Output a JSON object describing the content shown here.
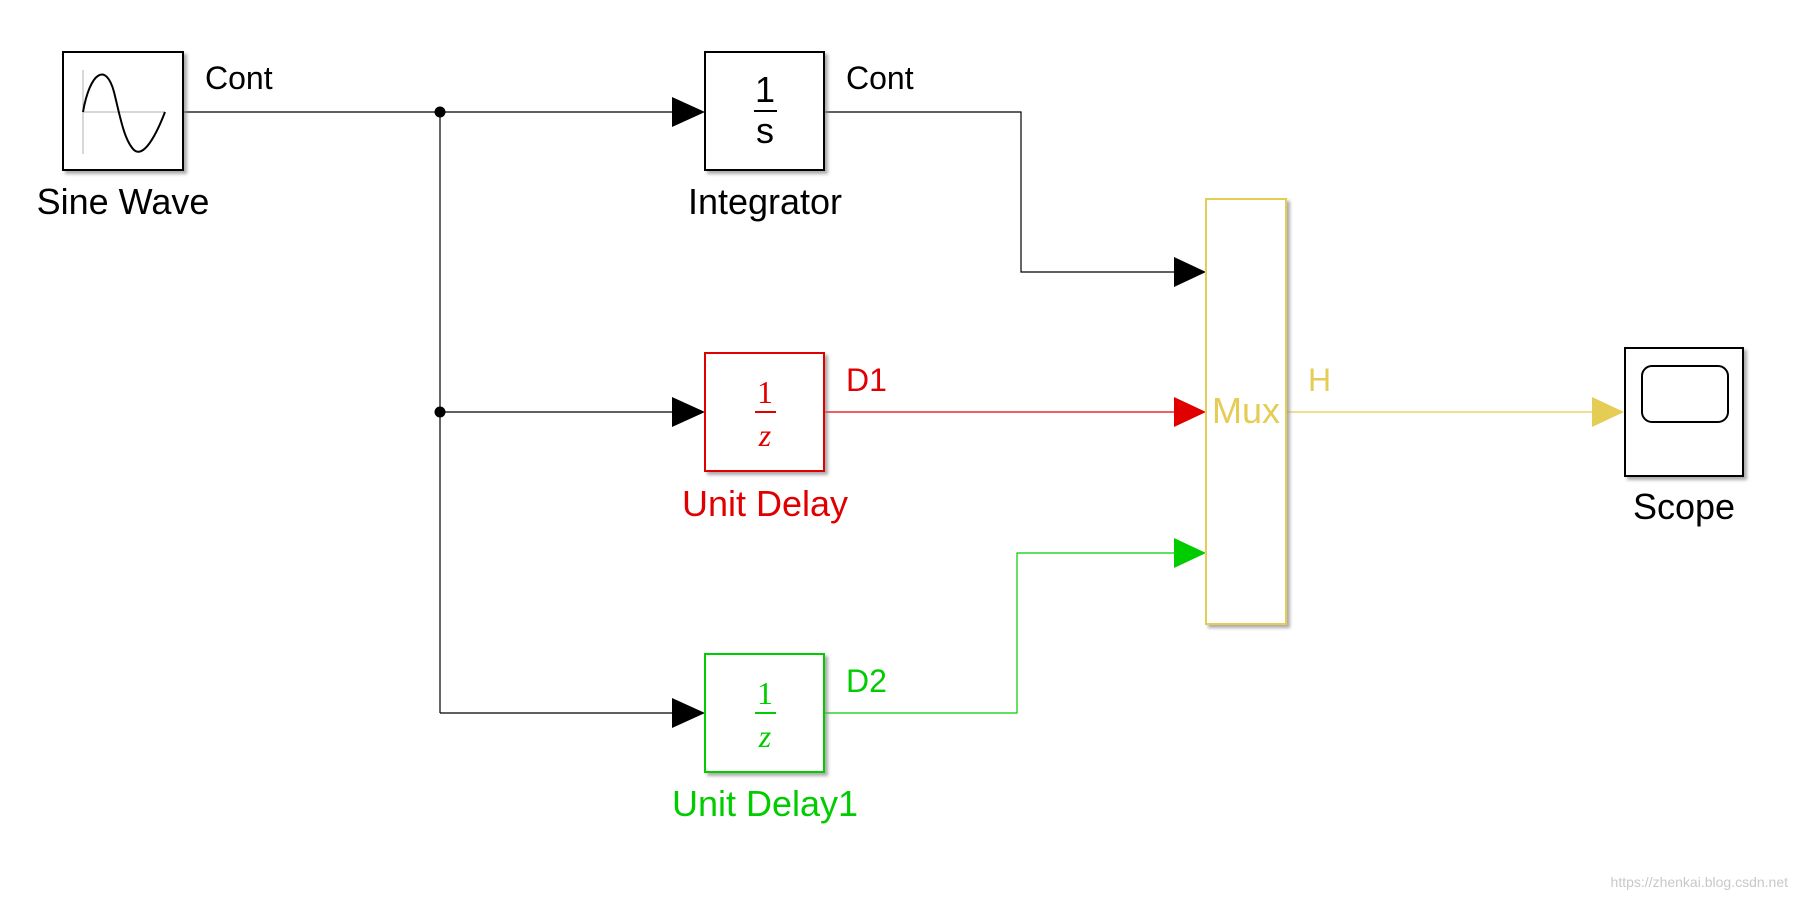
{
  "colors": {
    "default": "#000000",
    "unit_delay": "#e00000",
    "unit_delay1": "#00cc00",
    "mux": "#e5cc55",
    "shadow": "#9a9a9a"
  },
  "blocks": {
    "sine_wave": {
      "name": "Sine Wave",
      "icon": "sine-wave-icon"
    },
    "integrator": {
      "name": "Integrator",
      "numerator": "1",
      "denominator": "s"
    },
    "unit_delay": {
      "name": "Unit Delay",
      "numerator": "1",
      "denominator": "z"
    },
    "unit_delay1": {
      "name": "Unit Delay1",
      "numerator": "1",
      "denominator": "z"
    },
    "mux": {
      "name": "Mux"
    },
    "scope": {
      "name": "Scope",
      "icon": "scope-screen-icon"
    }
  },
  "signals": {
    "sine_out": "Cont",
    "integrator_out": "Cont",
    "unit_delay_out": "D1",
    "unit_delay1_out": "D2",
    "mux_out": "H"
  },
  "watermark": "https://zhenkai.blog.csdn.net"
}
